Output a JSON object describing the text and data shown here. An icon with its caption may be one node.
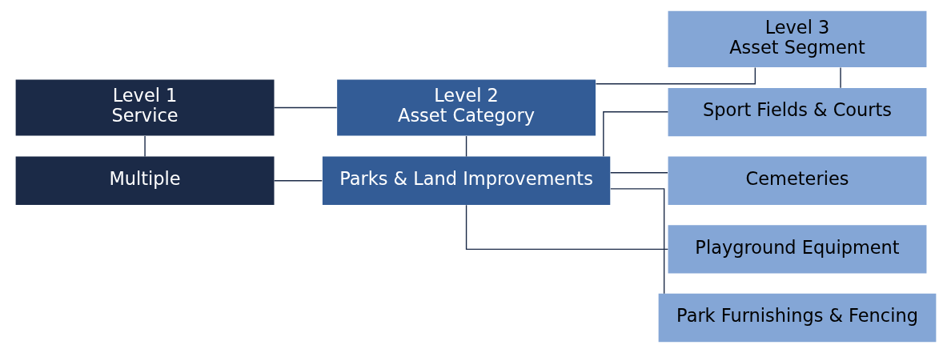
{
  "diagram": {
    "nodes": [
      {
        "text": [
          "Level 1",
          "Service"
        ]
      },
      {
        "text": [
          "Level 2",
          "Asset Category"
        ]
      },
      {
        "text": [
          "Level 3",
          "Asset Segment"
        ]
      },
      {
        "text": [
          "Multiple"
        ]
      },
      {
        "text": [
          "Parks & Land Improvements"
        ]
      },
      {
        "text": [
          "Sport Fields & Courts"
        ]
      },
      {
        "text": [
          "Cemeteries"
        ]
      },
      {
        "text": [
          "Playground Equipment"
        ]
      },
      {
        "text": [
          "Park Furnishings & Fencing"
        ]
      }
    ],
    "edges": [
      {
        "from": 0,
        "to": 1,
        "arrow": "none"
      },
      {
        "from": 1,
        "to": 2,
        "arrow": "none"
      },
      {
        "from": 0,
        "to": 3,
        "arrow": "none"
      },
      {
        "from": 1,
        "to": 4,
        "arrow": "none"
      },
      {
        "from": 2,
        "to": 5,
        "arrow": "none"
      },
      {
        "from": 3,
        "to": 4,
        "arrow": "none"
      },
      {
        "from": 4,
        "to": 5,
        "arrow": "none"
      },
      {
        "from": 4,
        "to": 6,
        "arrow": "none"
      },
      {
        "from": 4,
        "to": 7,
        "arrow": "none"
      },
      {
        "from": 4,
        "to": 8,
        "arrow": "none"
      }
    ]
  }
}
